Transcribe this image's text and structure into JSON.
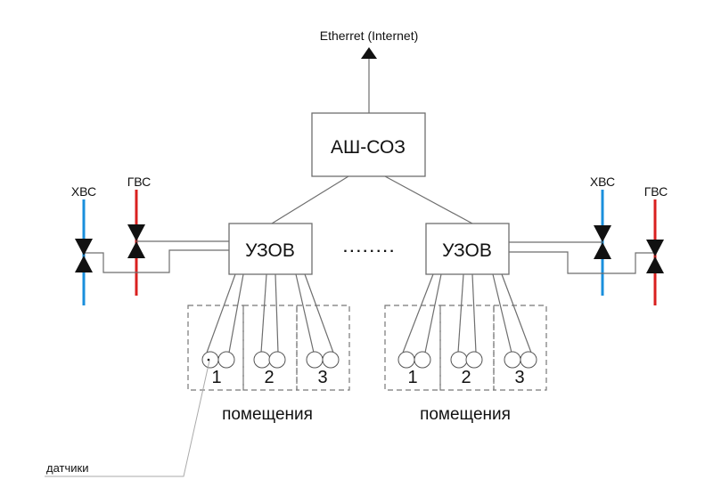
{
  "title": "Схема системы АШ-СОЗ",
  "network": {
    "label": "Etherret (Internet)"
  },
  "controller": {
    "label": "АШ-СОЗ"
  },
  "nodes": [
    {
      "label": "УЗОВ",
      "cold_water": "ХВС",
      "hot_water": "ГВС",
      "rooms": [
        "1",
        "2",
        "3"
      ],
      "rooms_label": "помещения"
    },
    {
      "label": "УЗОВ",
      "cold_water": "ХВС",
      "hot_water": "ГВС",
      "rooms": [
        "1",
        "2",
        "3"
      ],
      "rooms_label": "помещения"
    }
  ],
  "ellipsis": "........",
  "sensors_label": "датчики",
  "colors": {
    "cold_water": "#1a8fdc",
    "hot_water": "#d9201f",
    "lines": "#6e6e6e"
  }
}
